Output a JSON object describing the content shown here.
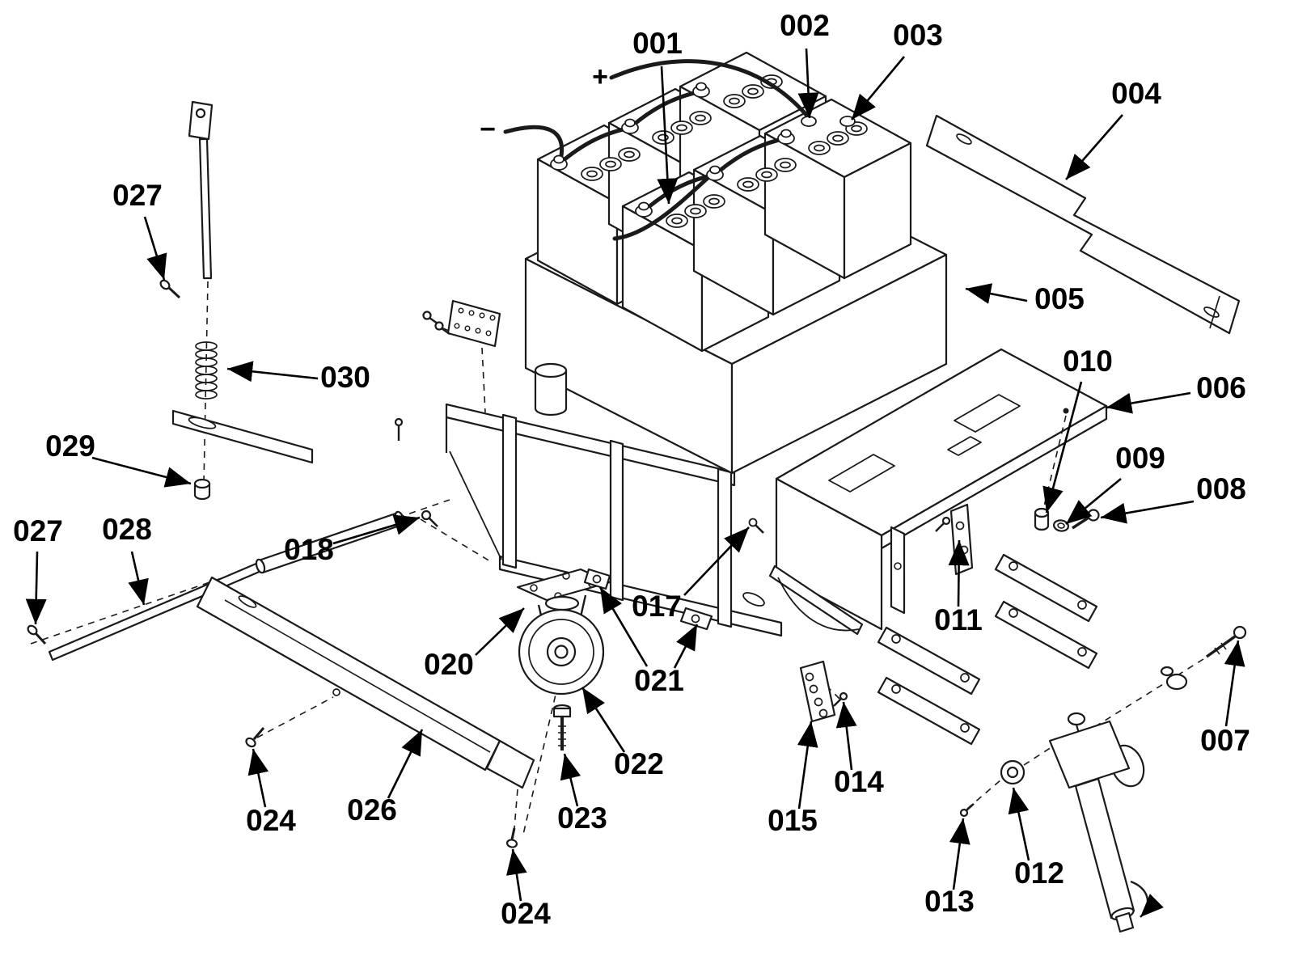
{
  "page": {
    "background_color": "#ffffff",
    "line_color": "#1a1a1a",
    "label_color": "#000000"
  },
  "diagram": {
    "type": "exploded-parts-diagram",
    "description": "Exploded parts view of a battery cart / tray assembly with caster wheel, frame, panels and actuator",
    "polarity": {
      "plus": "+",
      "minus": "−"
    },
    "callouts": [
      {
        "ref": "001"
      },
      {
        "ref": "002"
      },
      {
        "ref": "003"
      },
      {
        "ref": "004"
      },
      {
        "ref": "005"
      },
      {
        "ref": "006"
      },
      {
        "ref": "007"
      },
      {
        "ref": "008"
      },
      {
        "ref": "009"
      },
      {
        "ref": "010"
      },
      {
        "ref": "011"
      },
      {
        "ref": "012"
      },
      {
        "ref": "013"
      },
      {
        "ref": "014"
      },
      {
        "ref": "015"
      },
      {
        "ref": "017"
      },
      {
        "ref": "018"
      },
      {
        "ref": "020"
      },
      {
        "ref": "021"
      },
      {
        "ref": "022"
      },
      {
        "ref": "023"
      },
      {
        "ref": "024"
      },
      {
        "ref": "024"
      },
      {
        "ref": "026"
      },
      {
        "ref": "027"
      },
      {
        "ref": "027"
      },
      {
        "ref": "028"
      },
      {
        "ref": "029"
      },
      {
        "ref": "030"
      }
    ]
  }
}
